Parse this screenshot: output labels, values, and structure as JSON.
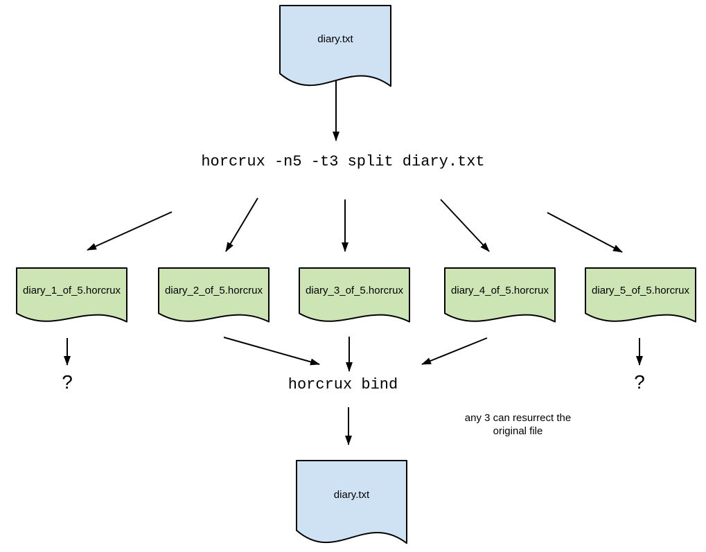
{
  "diagram": {
    "title": "horcrux split and bind flow",
    "colors": {
      "doc_blue": "#cfe2f3",
      "doc_green": "#cde5b4",
      "stroke": "#000000",
      "background": "#ffffff"
    },
    "nodes": {
      "source_file": {
        "label": "diary.txt"
      },
      "split_command": {
        "label": "horcrux -n5 -t3 split diary.txt"
      },
      "horcruxes": [
        {
          "label": "diary_1_of_5.horcrux"
        },
        {
          "label": "diary_2_of_5.horcrux"
        },
        {
          "label": "diary_3_of_5.horcrux"
        },
        {
          "label": "diary_4_of_5.horcrux"
        },
        {
          "label": "diary_5_of_5.horcrux"
        }
      ],
      "unknown_left": {
        "label": "?"
      },
      "unknown_right": {
        "label": "?"
      },
      "bind_command": {
        "label": "horcrux bind"
      },
      "annotation": {
        "line1": "any 3 can resurrect the",
        "line2": "original file"
      },
      "restored_file": {
        "label": "diary.txt"
      }
    },
    "edges": [
      {
        "from": "source_file",
        "to": "split_command"
      },
      {
        "from": "split_command",
        "to": "diary_1_of_5.horcrux"
      },
      {
        "from": "split_command",
        "to": "diary_2_of_5.horcrux"
      },
      {
        "from": "split_command",
        "to": "diary_3_of_5.horcrux"
      },
      {
        "from": "split_command",
        "to": "diary_4_of_5.horcrux"
      },
      {
        "from": "split_command",
        "to": "diary_5_of_5.horcrux"
      },
      {
        "from": "diary_1_of_5.horcrux",
        "to": "unknown_left"
      },
      {
        "from": "diary_2_of_5.horcrux",
        "to": "bind_command"
      },
      {
        "from": "diary_3_of_5.horcrux",
        "to": "bind_command"
      },
      {
        "from": "diary_4_of_5.horcrux",
        "to": "bind_command"
      },
      {
        "from": "diary_5_of_5.horcrux",
        "to": "unknown_right"
      },
      {
        "from": "bind_command",
        "to": "restored_file"
      }
    ]
  }
}
